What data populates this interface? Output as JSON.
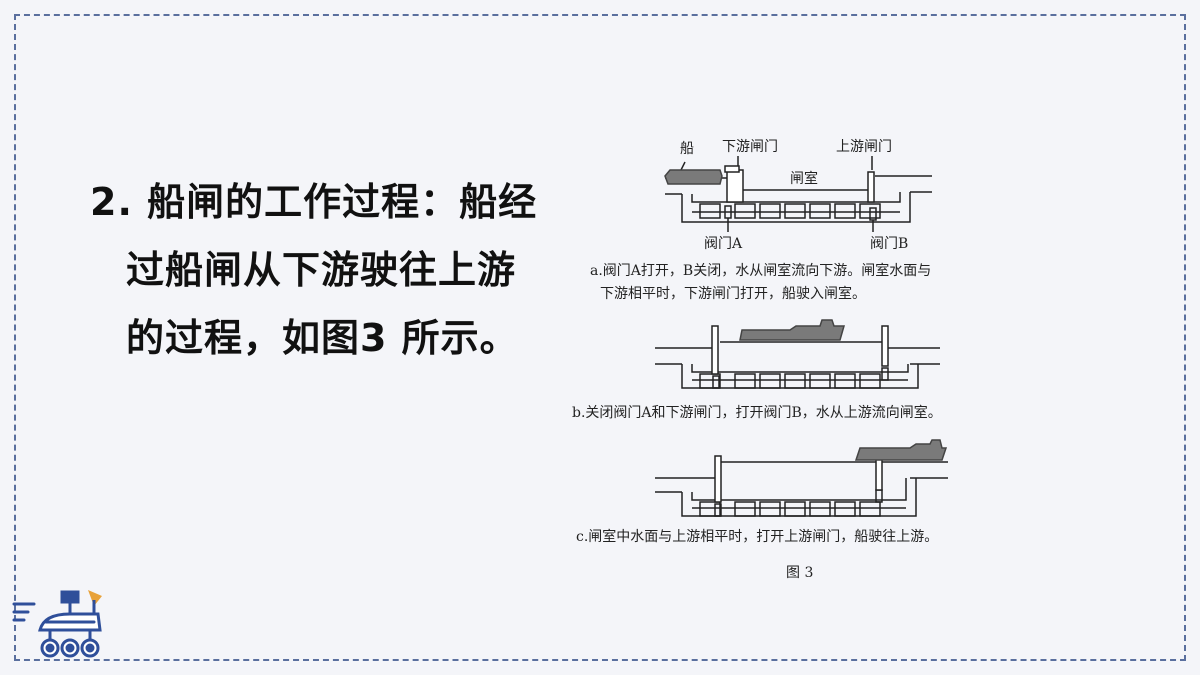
{
  "heading": {
    "line1": "2. 船闸的工作过程：船经",
    "line2": "过船闸从下游驶往上游",
    "line3": "的过程，如图3 所示。"
  },
  "figure": {
    "labels": {
      "ship": "船",
      "downstream_gate": "下游闸门",
      "upstream_gate": "上游闸门",
      "lock_chamber": "闸室",
      "valve_a": "阀门A",
      "valve_b": "阀门B"
    },
    "caption_a_line1": "a.阀门A打开，B关闭，水从闸室流向下游。闸室水面与",
    "caption_a_line2": "下游相平时，下游闸门打开，船驶入闸室。",
    "caption_b": "b.关闭阀门A和下游闸门，打开阀门B，水从上游流向闸室。",
    "caption_c": "c.闸室中水面与上游相平时，打开上游闸门，船驶往上游。",
    "figure_title": "图 3"
  },
  "colors": {
    "border": "#5a6f9e",
    "ship": "#7a7a7a",
    "text": "#111111",
    "rover_blue": "#2f4f9a",
    "rover_orange": "#e8a23a"
  }
}
